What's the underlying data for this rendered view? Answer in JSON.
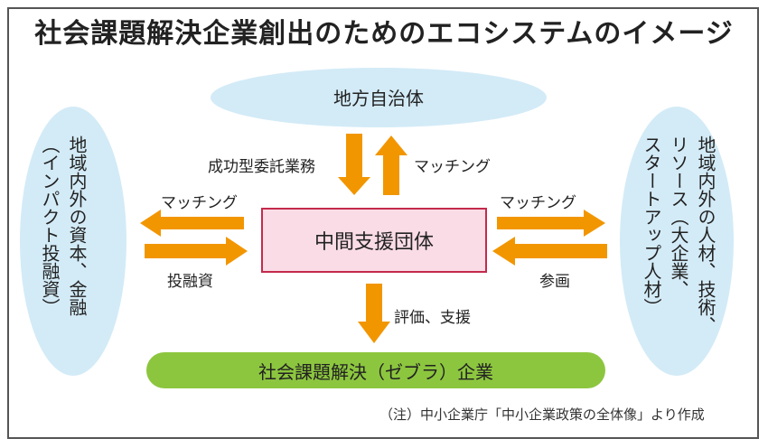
{
  "title": "社会課題解決企業創出のためのエコシステムのイメージ",
  "nodes": {
    "top": "地方自治体",
    "left": "地域内外の資本、金融\n（インパクト投融資）",
    "right": "地域内外の人材、技術、\nリソース（大企業、\nスタートアップ人材）",
    "center": "中間支援団体",
    "bottom": "社会課題解決（ゼブラ）企業"
  },
  "edges": {
    "top_down": "成功型委託業務",
    "top_up": "マッチング",
    "left_out": "マッチング",
    "left_in": "投融資",
    "right_out": "マッチング",
    "right_in": "参画",
    "bottom": "評価、支援"
  },
  "colors": {
    "ellipse": "#d3ebf7",
    "arrow": "#f29600",
    "center_fill": "#fadce6",
    "center_border": "#c42a4c",
    "bar": "#8cc63f"
  },
  "note": "（注）中小企業庁「中小企業政策の全体像」より作成"
}
